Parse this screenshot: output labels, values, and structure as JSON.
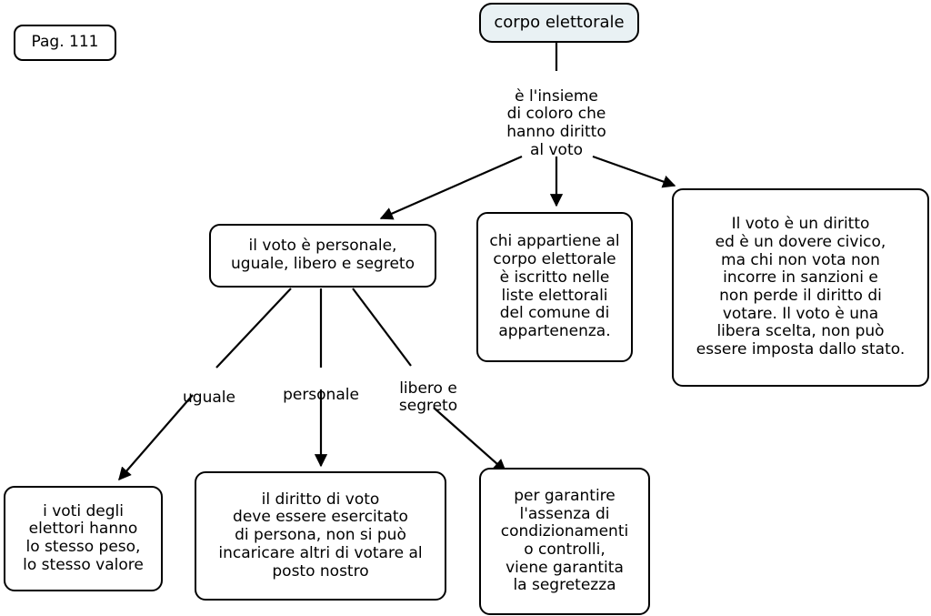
{
  "diagram": {
    "title": "corpo elettorale",
    "page_tag": "Pag. 111",
    "nodes": {
      "root": "corpo elettorale",
      "voto_caratteri": "il voto è personale,\nuguale, libero e segreto",
      "iscrizione": "chi appartiene al\ncorpo elettorale\nè iscritto nelle\nliste elettorali\ndel comune di\nappartenenza.",
      "diritto_dovere": "Il voto è un diritto\ned è un dovere civico,\nma chi non vota non\nincorre in sanzioni e\nnon perde il diritto di\nvotare. Il voto è una\nlibera scelta, non può\nessere imposta dallo stato.",
      "uguale_box": "i voti degli\nelettori hanno\nlo stesso peso,\nlo stesso valore",
      "personale_box": "il diritto di voto\ndeve essere esercitato\ndi persona, non si può\nincaricare altri di votare al\nposto nostro",
      "segreto_box": "per garantire\nl'assenza di\ncondizionamenti\no controlli,\nviene garantita\nla segretezza"
    },
    "edge_labels": {
      "root_branch": "è l'insieme\ndi coloro che\nhanno diritto\nal voto",
      "uguale": "uguale",
      "personale": "personale",
      "libero_segreto": "libero e\nsegreto"
    },
    "colors": {
      "stroke": "#000000",
      "node_fill": "#ffffff",
      "tinted_fill": "#e9f1f4",
      "text": "#000000",
      "background": "#ffffff"
    }
  }
}
